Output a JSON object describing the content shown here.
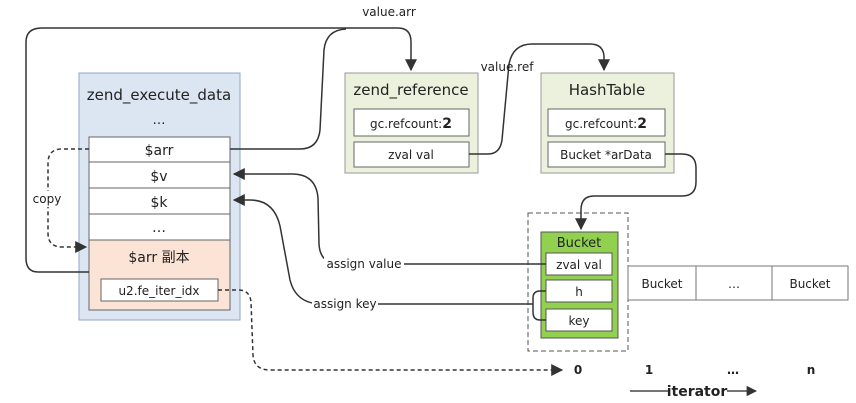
{
  "labels": {
    "value_arr": "value.arr",
    "value_ref": "value.ref",
    "copy": "copy",
    "assign_value": "assign value",
    "assign_key": "assign key",
    "iterator": "iterator"
  },
  "execute_data": {
    "title": "zend_execute_data",
    "dots": "…",
    "rows": [
      "$arr",
      "$v",
      "$k",
      "…",
      "$arr 副本"
    ],
    "iter_idx": "u2.fe_iter_idx"
  },
  "reference": {
    "title": "zend_reference",
    "refcount_label": "gc.refcount:",
    "refcount_value": "2",
    "zval": "zval val"
  },
  "hashtable": {
    "title": "HashTable",
    "refcount_label": "gc.refcount:",
    "refcount_value": "2",
    "ardata": "Bucket *arData"
  },
  "bucket": {
    "title": "Bucket",
    "fields": [
      "zval val",
      "h",
      "key"
    ]
  },
  "bucket_row": [
    "Bucket",
    "…",
    "Bucket"
  ],
  "indices": [
    "0",
    "1",
    "…",
    "n"
  ],
  "colors": {
    "execute_bg": "#dce6f2",
    "copy_row_bg": "#fbe4d5",
    "box_bg": "#ebf1dd",
    "bucket_green": "#92d050"
  }
}
